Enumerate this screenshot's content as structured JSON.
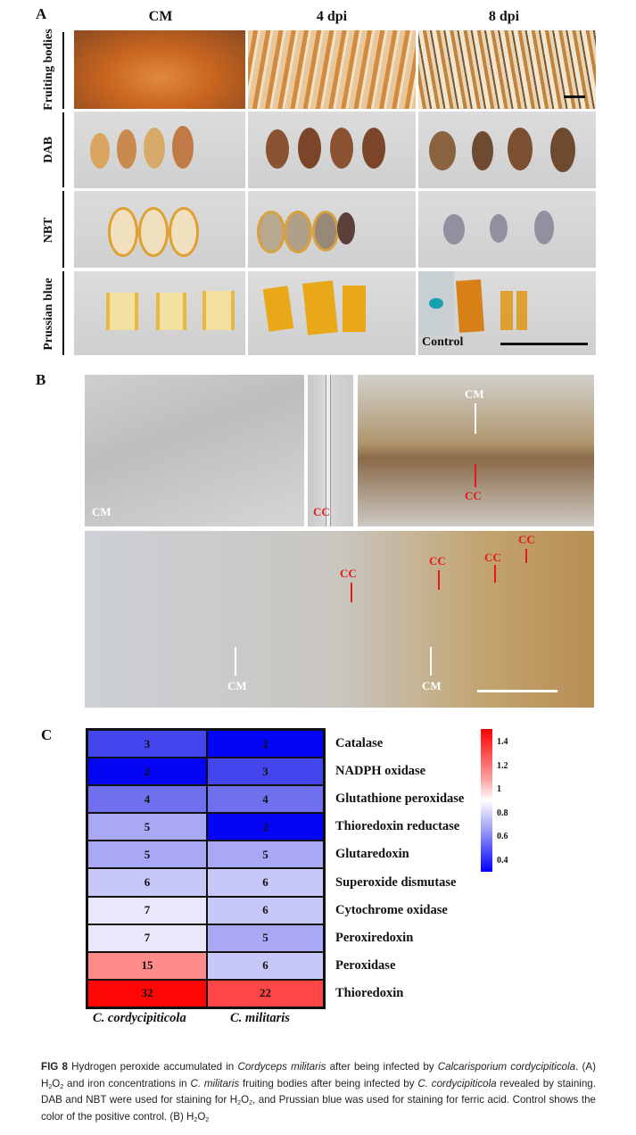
{
  "panel_a": {
    "label": "A",
    "columns": [
      "CM",
      "4 dpi",
      "8 dpi"
    ],
    "rows": [
      "Fruiting bodies",
      "DAB",
      "NBT",
      "Prussian blue"
    ],
    "control_label": "Control"
  },
  "panel_b": {
    "label": "B",
    "labels": {
      "cm": "CM",
      "cc": "CC"
    }
  },
  "panel_c": {
    "label": "C",
    "columns": [
      "C. cordycipiticola",
      "C. militaris"
    ],
    "genes": [
      {
        "name": "Catalase",
        "values": [
          3,
          2
        ],
        "colors": [
          "#4545ee",
          "#0505f5"
        ]
      },
      {
        "name": "NADPH oxidase",
        "values": [
          2,
          3
        ],
        "colors": [
          "#0505f5",
          "#4545ee"
        ]
      },
      {
        "name": "Glutathione peroxidase",
        "values": [
          4,
          4
        ],
        "colors": [
          "#7070ee",
          "#7070ee"
        ]
      },
      {
        "name": "Thioredoxin reductase",
        "values": [
          5,
          2
        ],
        "colors": [
          "#a8a8f5",
          "#0505f5"
        ]
      },
      {
        "name": "Glutaredoxin",
        "values": [
          5,
          5
        ],
        "colors": [
          "#a8a8f5",
          "#a8a8f5"
        ]
      },
      {
        "name": "Superoxide dismutase",
        "values": [
          6,
          6
        ],
        "colors": [
          "#c8c8f8",
          "#c8c8f8"
        ]
      },
      {
        "name": "Cytochrome oxidase",
        "values": [
          7,
          6
        ],
        "colors": [
          "#e8e8fa",
          "#c8c8f8"
        ]
      },
      {
        "name": "Peroxiredoxin",
        "values": [
          7,
          5
        ],
        "colors": [
          "#e8e8fa",
          "#a8a8f5"
        ]
      },
      {
        "name": "Peroxidase",
        "values": [
          15,
          6
        ],
        "colors": [
          "#ff8a8a",
          "#c8c8f8"
        ]
      },
      {
        "name": "Thioredoxin",
        "values": [
          32,
          22
        ],
        "colors": [
          "#ff0505",
          "#ff4545"
        ]
      }
    ],
    "colorbar_ticks": [
      "1.4",
      "1.2",
      "1",
      "0.8",
      "0.6",
      "0.4"
    ]
  },
  "caption": [
    {
      "t": "FIG 8",
      "s": "b"
    },
    {
      "t": " Hydrogen peroxide accumulated in "
    },
    {
      "t": "Cordyceps militaris",
      "s": "i"
    },
    {
      "t": " after being infected by "
    },
    {
      "t": "Calcarisporium cordycipiticola",
      "s": "i"
    },
    {
      "t": ". (A) H"
    },
    {
      "t": "2",
      "s": "sub"
    },
    {
      "t": "O"
    },
    {
      "t": "2",
      "s": "sub"
    },
    {
      "t": " and iron concentrations in "
    },
    {
      "t": "C. militaris",
      "s": "i"
    },
    {
      "t": " fruiting bodies after being infected by "
    },
    {
      "t": "C. cordycipiticola",
      "s": "i"
    },
    {
      "t": " revealed by staining. DAB and NBT were used for staining for H"
    },
    {
      "t": "2",
      "s": "sub"
    },
    {
      "t": "O"
    },
    {
      "t": "2",
      "s": "sub"
    },
    {
      "t": ", and Prussian blue was used for staining for ferric acid. Control shows the color of the positive control. (B) H"
    },
    {
      "t": "2",
      "s": "sub"
    },
    {
      "t": "O"
    },
    {
      "t": "2",
      "s": "sub"
    }
  ]
}
